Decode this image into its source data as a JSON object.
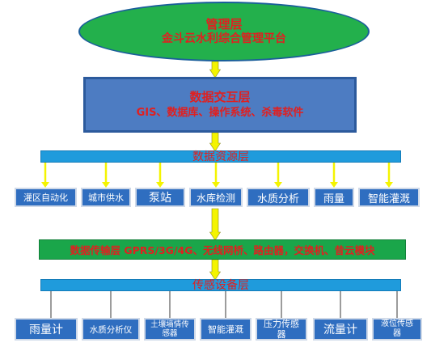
{
  "management_layer": {
    "title": "管理层",
    "subtitle": "金斗云水利综合管理平台"
  },
  "interaction_layer": {
    "title": "数据交互层",
    "subtitle": "GIS、数据库、操作系统、杀毒软件"
  },
  "resource_layer": {
    "title": "数据资源层",
    "items": [
      "灌区自动化",
      "城市供水",
      "泵站",
      "水库检测",
      "水质分析",
      "雨量",
      "智能灌溉"
    ]
  },
  "transmission_layer": {
    "text": "数据传输层  GPRS/3G/4G、无线网桥、路由器，交换机、昔云模块"
  },
  "sensor_layer": {
    "title": "传感设备层",
    "items": [
      "雨量计",
      "水质分析仪",
      "土壤墒情传感器",
      "智能灌溉",
      "压力传感器",
      "流量计",
      "液位传感器"
    ]
  },
  "colors": {
    "arrow": "#f4f400",
    "text_red": "#e02020",
    "layer_blue": "#1f9bdc",
    "item_blue": "#2f6ec0",
    "green": "#1aa64a"
  }
}
